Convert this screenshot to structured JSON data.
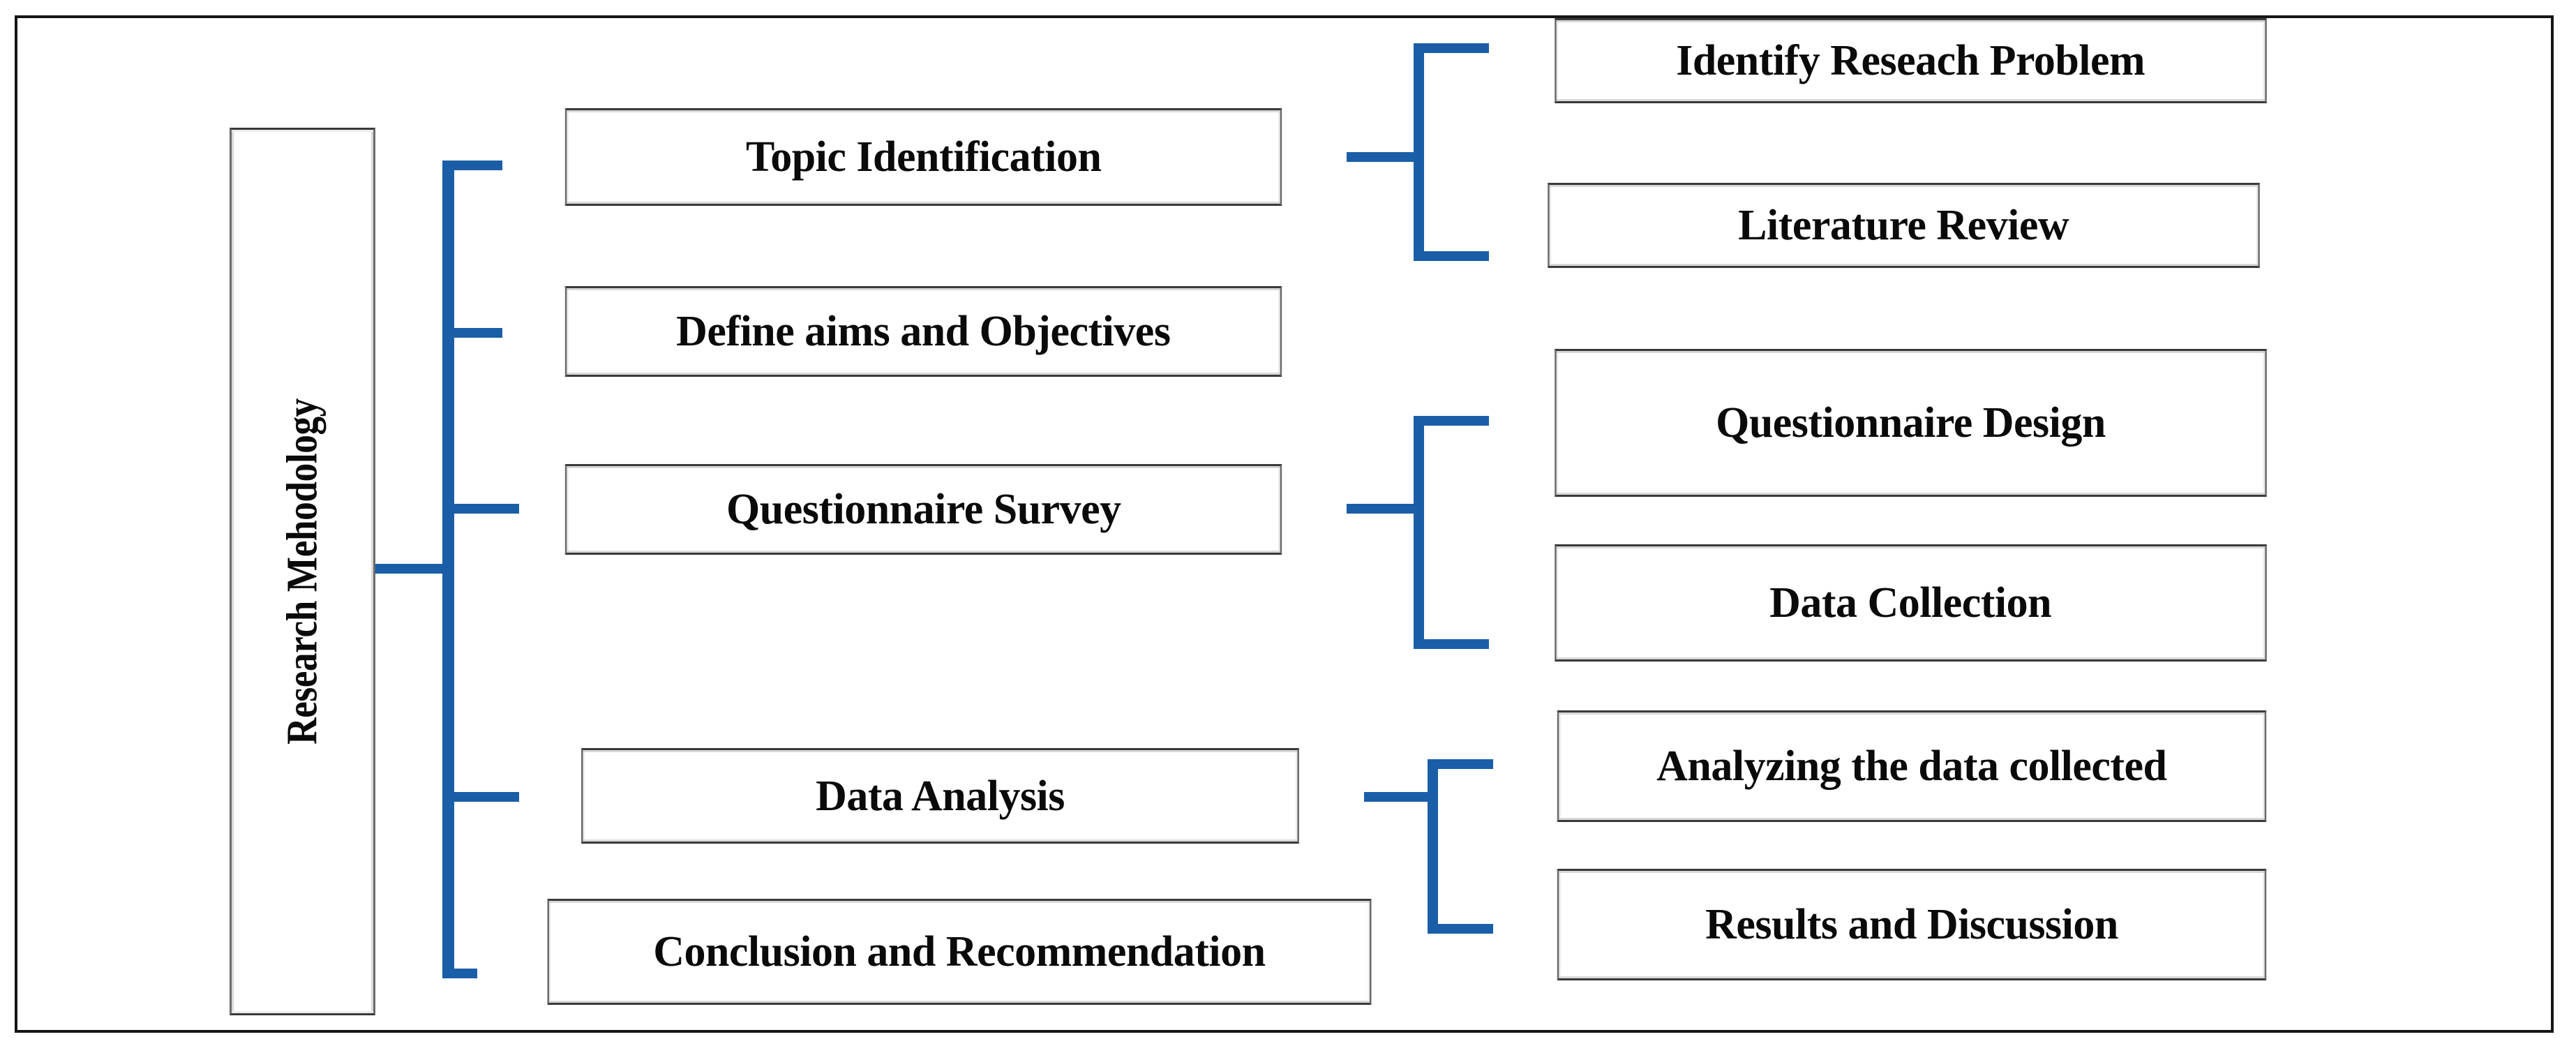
{
  "diagram": {
    "title": "Research Methodology Flowchart",
    "accent_color": "#1B5EA8",
    "frame_color": "#151515",
    "box_border_color": "#555555",
    "text_color": "#0A0A0A"
  },
  "root": {
    "label": "Research Mehodology",
    "orientation": "vertical-rotated-90ccw"
  },
  "stages": [
    {
      "id": "topic-identification",
      "label": "Topic Identification",
      "children": [
        {
          "id": "identify-research-problem",
          "label": "Identify Reseach Problem"
        },
        {
          "id": "literature-review",
          "label": "Literature Review"
        }
      ]
    },
    {
      "id": "define-aims-and-objectives",
      "label": "Define aims and Objectives",
      "children": []
    },
    {
      "id": "questionnaire-survey",
      "label": "Questionnaire Survey",
      "children": [
        {
          "id": "questionnaire-design",
          "label": "Questionnaire Design"
        },
        {
          "id": "data-collection",
          "label": "Data Collection"
        }
      ]
    },
    {
      "id": "data-analysis",
      "label": "Data Analysis",
      "children": [
        {
          "id": "analyzing-the-data-collected",
          "label": "Analyzing the data collected"
        },
        {
          "id": "results-and-discussion",
          "label": "Results and Discussion"
        }
      ]
    },
    {
      "id": "conclusion-and-recommendation",
      "label": "Conclusion and Recommendation",
      "children": []
    }
  ]
}
